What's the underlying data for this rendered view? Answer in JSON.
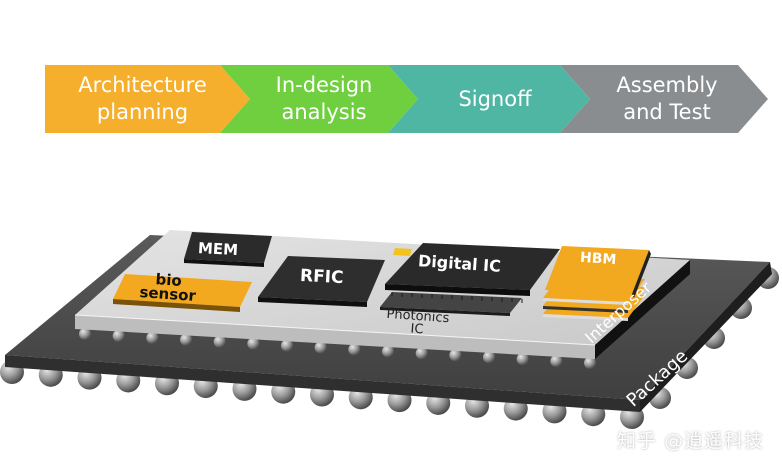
{
  "flow": {
    "steps": [
      {
        "label": "Architecture\nplanning",
        "color": "#f6ae2d"
      },
      {
        "label": "In-design\nanalysis",
        "color": "#6fcf3f"
      },
      {
        "label": "Signoff",
        "color": "#4fb6a3"
      },
      {
        "label": "Assembly\nand Test",
        "color": "#8a8d90"
      }
    ]
  },
  "diagram": {
    "mem_label": "MEM",
    "bio_label": "bio\nsensor",
    "rfic_label": "RFIC",
    "digital_label": "Digital IC",
    "photonics_label": "Photonics\nIC",
    "hbm_label": "HBM",
    "interposer_label": "Interposer",
    "package_label": "Package"
  },
  "colors": {
    "package": "#4a4a4a",
    "interposer": "#d8d8d8",
    "chip": "#2b2b2b",
    "bio": "#f2a81f",
    "hbm": "#f2a81f",
    "ball": "#9a9a9a"
  },
  "watermark": "知乎 @逍遥科技"
}
